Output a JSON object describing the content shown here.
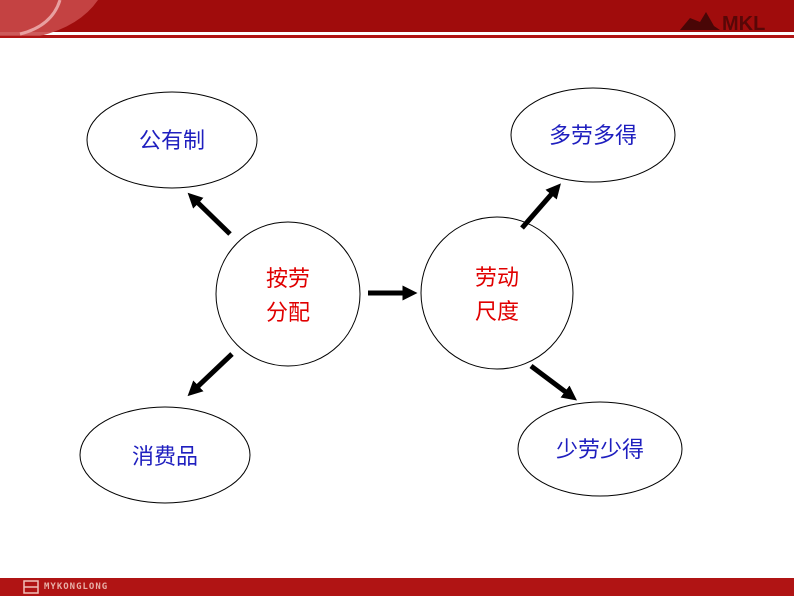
{
  "header": {
    "brand": "MKL"
  },
  "footer": {
    "text": "MYKONGLONG"
  },
  "colors": {
    "header_red": "#a00c0c",
    "footer_red": "#b01414",
    "blue_text": "#1f1fbf",
    "red_text": "#e00000",
    "outline": "#000000"
  },
  "diagram": {
    "center_left": {
      "line1": "按劳",
      "line2": "分配"
    },
    "center_right": {
      "line1": "劳动",
      "line2": "尺度"
    },
    "top_left": {
      "label": "公有制"
    },
    "bottom_left": {
      "label": "消费品"
    },
    "top_right": {
      "label": "多劳多得"
    },
    "bottom_right": {
      "label": "少劳少得"
    }
  }
}
